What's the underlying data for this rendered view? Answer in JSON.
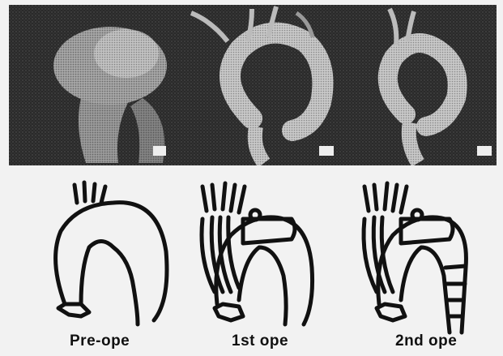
{
  "figure": {
    "colors": {
      "background": "#f2f2f2",
      "photo_bg": "#2a2a2a",
      "ink": "#111111"
    },
    "photos": [
      {
        "icon": "aorta-3d-ct-preop"
      },
      {
        "icon": "aorta-3d-ct-first-op"
      },
      {
        "icon": "aorta-3d-ct-second-op"
      }
    ],
    "drawings": [
      {
        "icon": "aorta-schematic-preop"
      },
      {
        "icon": "aorta-schematic-first-op"
      },
      {
        "icon": "aorta-schematic-second-op"
      }
    ],
    "captions": [
      "Pre-ope",
      "1st ope",
      "2nd ope"
    ]
  }
}
